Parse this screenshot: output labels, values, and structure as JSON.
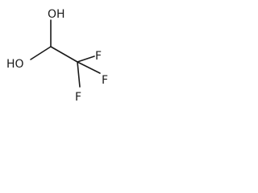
{
  "molecule": {
    "atoms": {
      "oh_top": "OH",
      "ho_left": "HO",
      "f_upper": "F",
      "f_right": "F",
      "f_bottom": "F"
    },
    "line_color": "#1a1a1a",
    "background": "#ffffff"
  }
}
